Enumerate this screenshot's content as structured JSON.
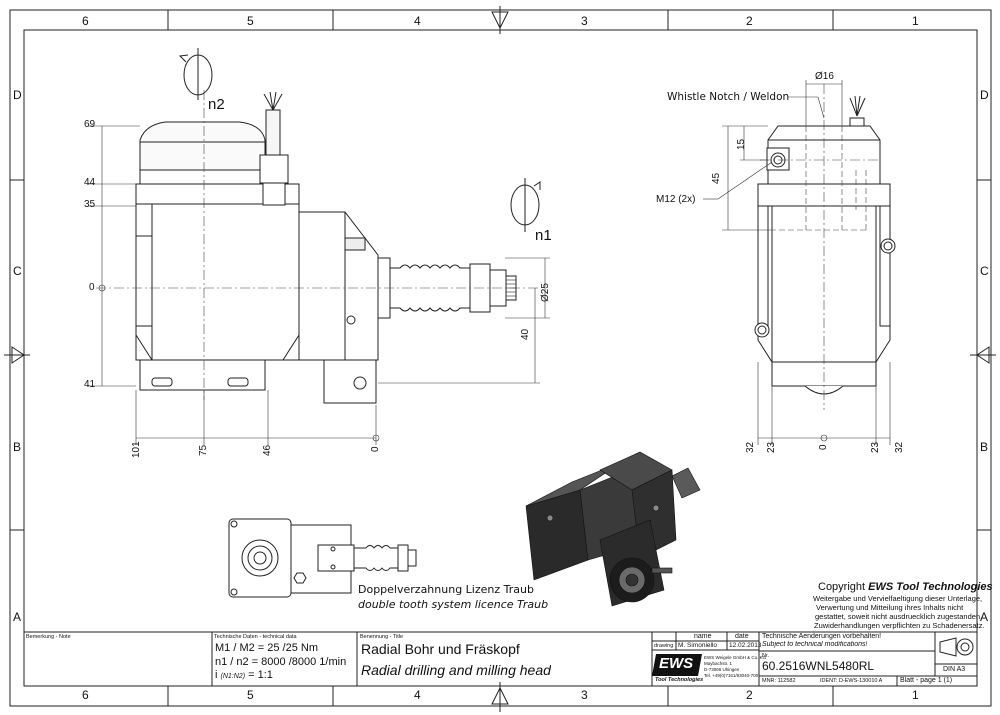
{
  "zones": {
    "columns": [
      "6",
      "5",
      "4",
      "3",
      "2",
      "1"
    ],
    "rows": [
      "D",
      "C",
      "B",
      "A"
    ]
  },
  "dimensions": {
    "top_view_left": [
      "69",
      "44",
      "35",
      "0",
      "41"
    ],
    "diameter_25": "Ø25",
    "offset_40": "40",
    "bottom_left": [
      "101",
      "75",
      "46",
      "0"
    ],
    "phi16": "Ø16",
    "right_vertical": [
      "15",
      "45"
    ],
    "bottom_right": [
      "32",
      "23",
      "0",
      "23",
      "32"
    ]
  },
  "callouts": {
    "n2": "n2",
    "n1": "n1",
    "whistle_notch": "Whistle Notch / Weldon",
    "m12": "M12 (2x)",
    "double_tooth_de": "Doppelverzahnung Lizenz Traub",
    "double_tooth_en": "double tooth system licence Traub"
  },
  "copyright": {
    "title_prefix": "Copyright ",
    "title_brand": "EWS Tool Technologies",
    "lines": [
      "Weitergabe und Vervielfaeltigung dieser Unterlage,",
      "Verwertung und Mitteilung ihres Inhalts nicht",
      "gestattet, soweit nicht ausdruecklich zugestanden.",
      "Zuwiderhandlungen verpflichten zu Schadenersatz."
    ]
  },
  "title_block": {
    "bemerkung_label": "Bemerkung - Note",
    "technische_label": "Technische Daten - technical data",
    "tech_row1": "M1 / M2 = 25 /25 Nm",
    "tech_row2": "n1 / n2 = 8000 /8000 1/min",
    "tech_row3_prefix": "i",
    "tech_row3_ratio": "(N1:N2)",
    "tech_row3_value": "= 1:1",
    "benennung_label": "Benennung - Title",
    "title_de": "Radial Bohr und Fräskopf",
    "title_en": "Radial drilling and milling head",
    "name_hdr": "name",
    "date_hdr": "date",
    "drawing_label": "drawing",
    "drawer": "M. Simoniello",
    "date": "12.02.2013",
    "logo_text": "EWS",
    "logo_sub": "Tool Technologies",
    "company_lines": [
      "EWS Weigele GmbH & Co. KG",
      "Maybachstr. 1",
      "D-73066 Uhingen",
      "Tel. +49(0)7161/93040-700"
    ],
    "change_de": "Technische Aenderungen vorbehalten!",
    "change_en": "Subject to technical modifications!",
    "nr_label": "Nr.",
    "part_number": "60.2516WNL5480RL",
    "mnr": "MNR: 112582",
    "ident": "IDENT: D-EWS-130010 A",
    "blatt": "Blatt - page 1 (1)",
    "din": "DIN A3"
  }
}
